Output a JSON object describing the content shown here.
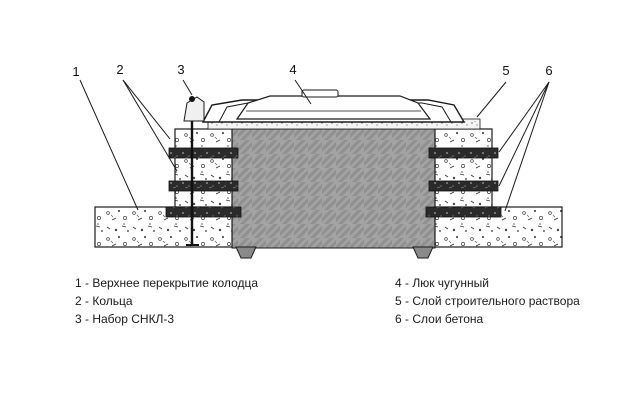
{
  "diagram": {
    "callouts": [
      {
        "n": "1"
      },
      {
        "n": "2"
      },
      {
        "n": "3"
      },
      {
        "n": "4"
      },
      {
        "n": "5"
      },
      {
        "n": "6"
      }
    ]
  },
  "legend": {
    "left": [
      "1 - Верхнее перекрытие колодца",
      "2 - Кольца",
      "3 - Набор СНКЛ-3"
    ],
    "right": [
      "4 - Люк чугунный",
      "5 - Слой строительного раствора",
      "6 - Слои бетона"
    ]
  }
}
